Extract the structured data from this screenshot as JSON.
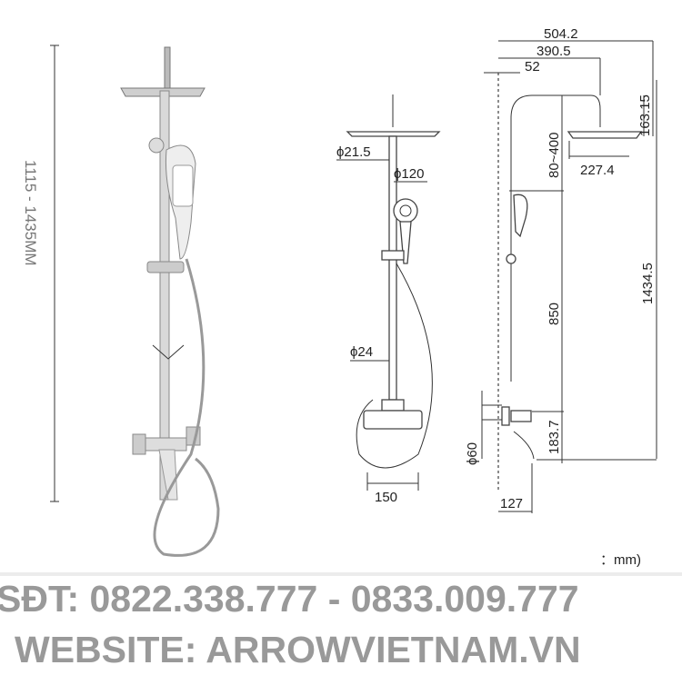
{
  "photo": {
    "height_range_label": "1115 - 1435MM"
  },
  "front_view": {
    "dims": {
      "arm_diameter": "ϕ21.5",
      "handshower_diameter": "ϕ120",
      "pipe_diameter": "ϕ24",
      "mixer_width": "150"
    }
  },
  "side_view": {
    "dims": {
      "total_reach": "504.2",
      "arm_reach": "390.5",
      "wall_offset": "52",
      "head_drop": "163.15",
      "arm_height": "80~400",
      "head_diameter": "227.4",
      "total_height": "1434.5",
      "bar_height": "850",
      "spout_height": "183.7",
      "escutcheon_diameter": "ϕ60",
      "spout_reach": "127"
    }
  },
  "unit_note": "：mm)",
  "contact": {
    "phone": "SĐT: 0822.338.777 -  0833.009.777",
    "website": "WEBSITE: ARROWVIETNAM.VN"
  },
  "colors": {
    "contact_text": "#999999",
    "line": "#333333"
  }
}
